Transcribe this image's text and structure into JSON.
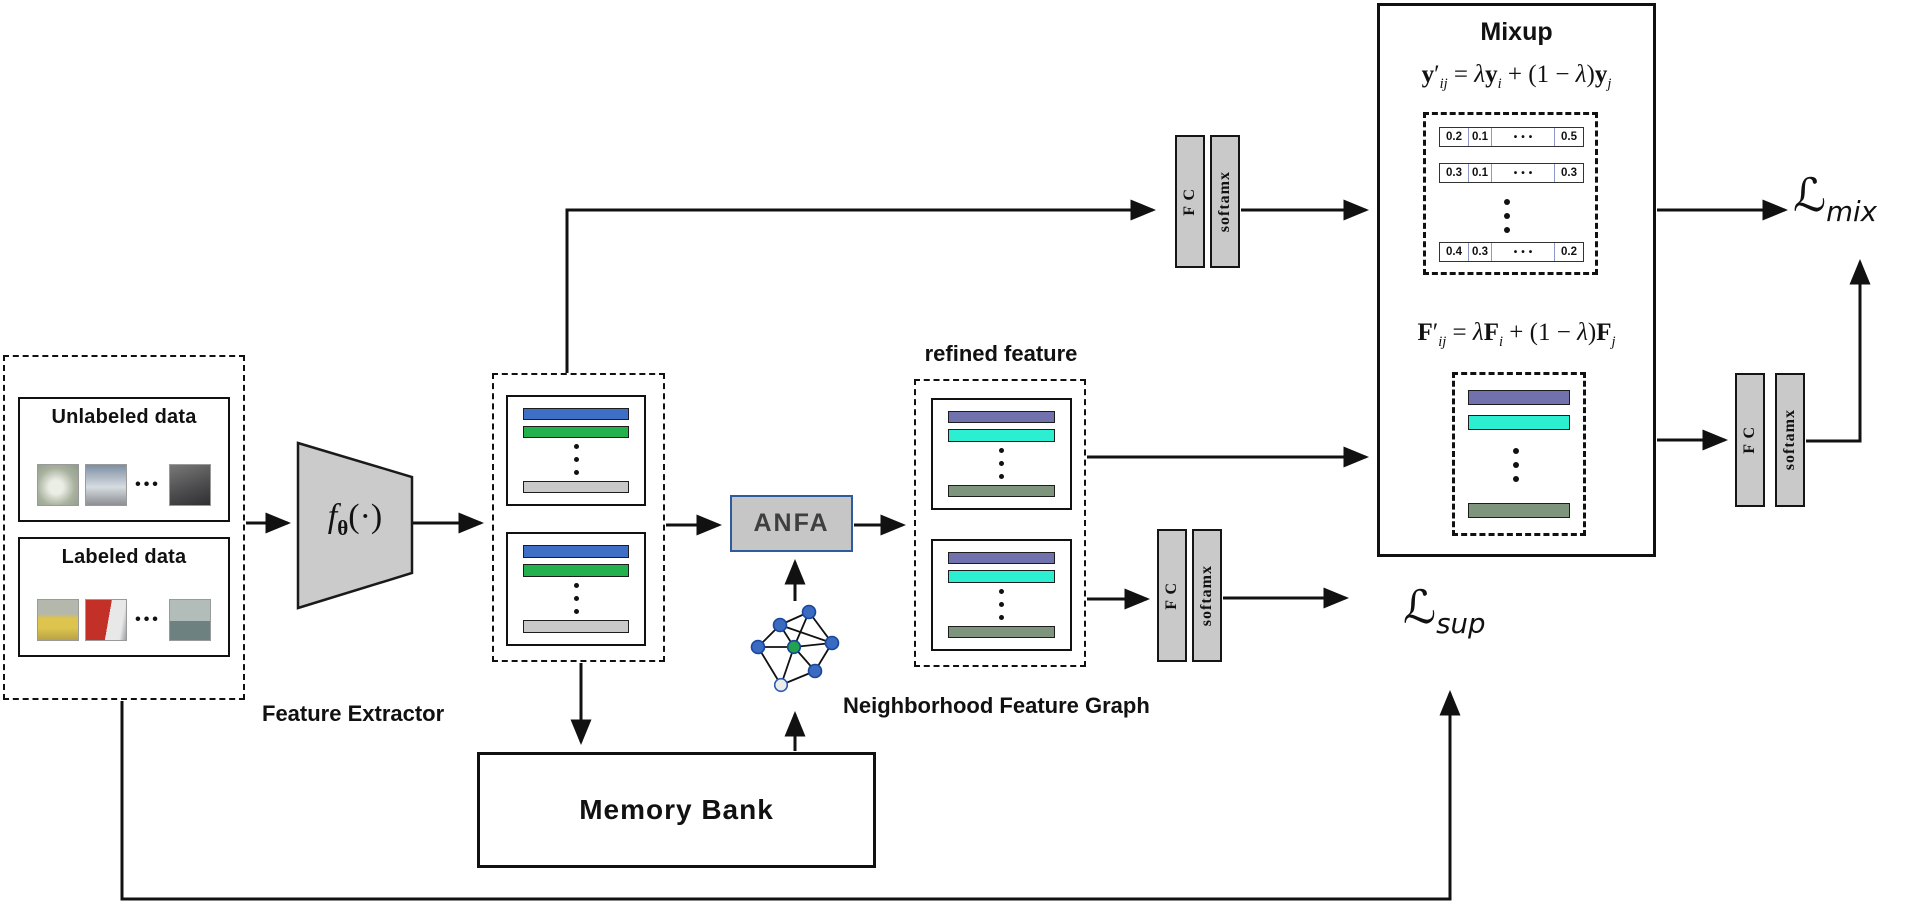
{
  "input": {
    "unlabeled_title": "Unlabeled data",
    "labeled_title": "Labeled data",
    "ellipsis": "•••",
    "unlabeled_images": [
      "deer",
      "husky-dogs",
      "horse-statue"
    ],
    "labeled_images": [
      "yellow-plane",
      "red-truck",
      "ship"
    ]
  },
  "feature_extractor": {
    "symbol_html": "<i>f</i><sub><b>θ</b></sub>(·)",
    "label": "Feature Extractor"
  },
  "anfa": {
    "label": "ANFA"
  },
  "memory_bank": {
    "label": "Memory  Bank"
  },
  "graph_label": "Neighborhood Feature Graph",
  "refined": {
    "label": "refined  feature"
  },
  "fc_label": "F C",
  "softmax_label": "softamx",
  "mixup": {
    "title": "Mixup",
    "label_eq_html": "<b>y</b>′<sub>ij</sub> = <i>λ</i><b>y</b><sub>i</sub> + (1 − <i>λ</i>)<b>y</b><sub>j</sub>",
    "feature_eq_html": "<b>F</b>′<sub>ij</sub> = <i>λ</i><b>F</b><sub>i</sub> + (1 − <i>λ</i>)<b>F</b><sub>j</sub>",
    "label_rows": [
      [
        "0.2",
        "0.1",
        "0.5"
      ],
      [
        "0.3",
        "0.1",
        "0.3"
      ],
      [
        "0.4",
        "0.3",
        "0.2"
      ]
    ],
    "row_dots": "•••"
  },
  "losses": {
    "mix_html": "ℒ<sub>mix</sub>",
    "sup_html": "ℒ<sub>sup</sub>"
  },
  "colors": {
    "bar_blue": "#3E6EC6",
    "bar_green": "#22B14C",
    "bar_gray": "#C9C9C9",
    "bar_purple": "#7172AD",
    "bar_cyan": "#2BEFD0",
    "bar_sage": "#7F947D",
    "anfa_border": "#2E5B9E",
    "node_blue": "#3B6BC0",
    "node_green": "#22A24E"
  }
}
